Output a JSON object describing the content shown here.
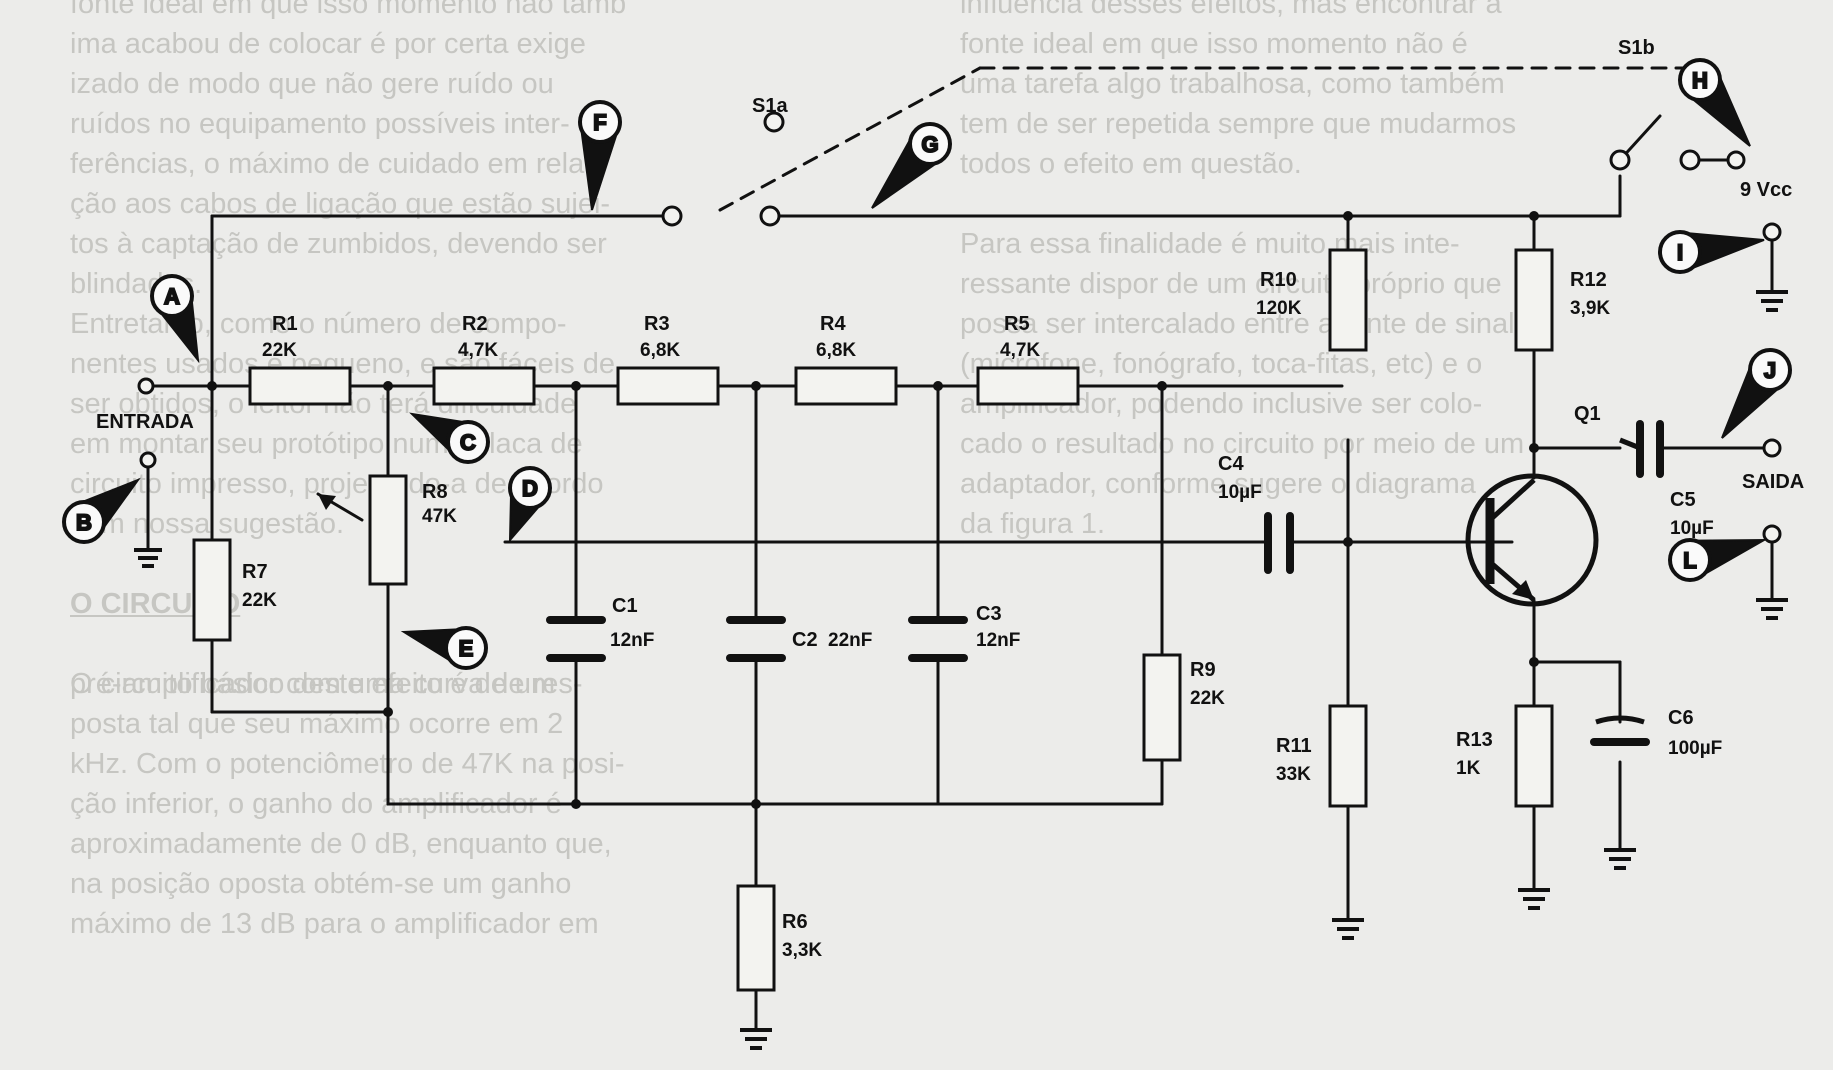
{
  "background_text": {
    "left_column": [
      "fonte ideal em que isso momento não tamb",
      "ima acabou de colocar é por certa exige",
      "izado de modo que não gere ruído ou",
      "ruídos no equipamento possíveis inter-",
      "ferências, o máximo de cuidado em rela-",
      "ção aos cabos de ligação que estão sujei-",
      "tos à captação de zumbidos, devendo ser",
      "blindados.",
      "Entretanto, como o número de compo-",
      "nentes usados é pequeno, e são fáceis de",
      "ser obtidos, o leitor não terá dificuldade",
      "em montar seu protótipo numa placa de",
      "circuito impresso, projetando-a de acordo",
      "com nossa sugestão.",
      "",
      "O CIRCUITO",
      "",
      "O circuito básico deste efeito é de um"
    ],
    "left_column_low": [
      "pré-amplificador com uma curva de res-",
      "posta tal que seu máximo ocorre em 2",
      "kHz. Com o potenciômetro de 47K na posi-",
      "ção inferior, o ganho do amplificador é",
      "aproximadamente de 0 dB, enquanto que,",
      "na posição oposta obtém-se um ganho",
      "máximo de 13 dB para o amplificador em"
    ],
    "right_column": [
      "influência desses efeitos, mas encontrar a",
      "fonte ideal em que isso momento não é",
      "uma tarefa algo trabalhosa, como também",
      "tem de ser repetida sempre que mudarmos",
      "todos o efeito em questão.",
      "",
      "Para essa finalidade é muito mais inte-",
      "ressante dispor de um circuito próprio que",
      "possa ser intercalado entre a fonte de sinal",
      "(microfone, fonógrafo, toca-fitas, etc) e o",
      "amplificador, podendo inclusive ser colo-",
      "cado o resultado no circuito por meio de um",
      "adaptador, conforme sugere o diagrama",
      "da figura 1."
    ]
  },
  "probes": {
    "A": "A",
    "B": "B",
    "C": "C",
    "D": "D",
    "E": "E",
    "F": "F",
    "G": "G",
    "H": "H",
    "I": "I",
    "J": "J",
    "L": "L"
  },
  "labels": {
    "entrada": "ENTRADA",
    "saida": "SAIDA",
    "vcc": "9 Vcc",
    "s1a": "S1a",
    "s1b": "S1b",
    "q1": "Q1"
  },
  "components": {
    "r1": {
      "name": "R1",
      "value": "22K"
    },
    "r2": {
      "name": "R2",
      "value": "4,7K"
    },
    "r3": {
      "name": "R3",
      "value": "6,8K"
    },
    "r4": {
      "name": "R4",
      "value": "6,8K"
    },
    "r5": {
      "name": "R5",
      "value": "4,7K"
    },
    "r6": {
      "name": "R6",
      "value": "3,3K"
    },
    "r7": {
      "name": "R7",
      "value": "22K"
    },
    "r8": {
      "name": "R8",
      "value": "47K"
    },
    "r9": {
      "name": "R9",
      "value": "22K"
    },
    "r10": {
      "name": "R10",
      "value": "120K"
    },
    "r11": {
      "name": "R11",
      "value": "33K"
    },
    "r12": {
      "name": "R12",
      "value": "3,9K"
    },
    "r13": {
      "name": "R13",
      "value": "1K"
    },
    "c1": {
      "name": "C1",
      "value": "12nF"
    },
    "c2": {
      "name": "C2",
      "value": "22nF"
    },
    "c3": {
      "name": "C3",
      "value": "12nF"
    },
    "c4": {
      "name": "C4",
      "value": "10µF"
    },
    "c5": {
      "name": "C5",
      "value": "10µF"
    },
    "c6": {
      "name": "C6",
      "value": "100µF"
    }
  }
}
